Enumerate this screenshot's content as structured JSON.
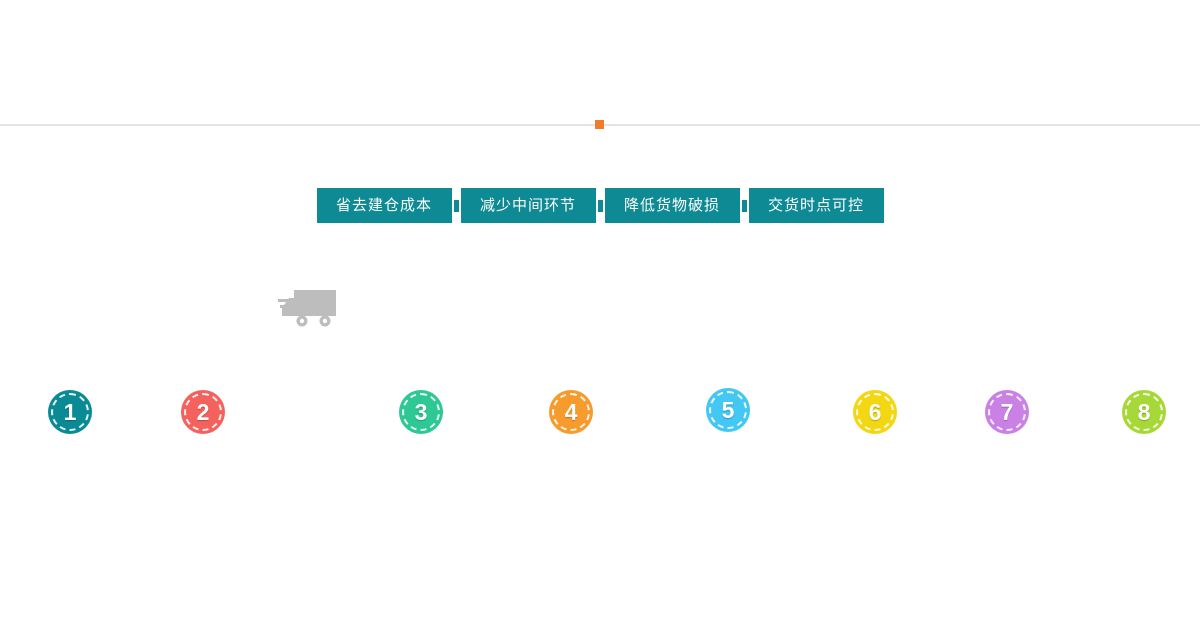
{
  "page": {
    "background": "#ffffff"
  },
  "divider": {
    "line_color": "#e4e4e4",
    "accent_square_color": "#f07b28"
  },
  "benefit_tags": {
    "background": "#0d8a93",
    "text_color": "#ffffff",
    "items": [
      {
        "label": "省去建仓成本"
      },
      {
        "label": "减少中间环节"
      },
      {
        "label": "降低货物破损"
      },
      {
        "label": "交货时点可控"
      }
    ]
  },
  "truck_icon": {
    "name": "delivery-truck-icon",
    "color": "#bdbdbd"
  },
  "steps": {
    "items": [
      {
        "number": "1",
        "color": "#0a8a94",
        "style": "background:#0a8a94"
      },
      {
        "number": "2",
        "color": "#f4625e",
        "style": "background:#f4625e"
      },
      {
        "number": "3",
        "color": "#2dc893",
        "style": "background:#2dc893"
      },
      {
        "number": "4",
        "color": "#f79b2d",
        "style": "background:#f79b2d"
      },
      {
        "number": "5",
        "color": "#43c7f4",
        "style": "background:#43c7f4"
      },
      {
        "number": "6",
        "color": "#f2d712",
        "style": "background:#f2d712"
      },
      {
        "number": "7",
        "color": "#c981e6",
        "style": "background:#c981e6"
      },
      {
        "number": "8",
        "color": "#a6d938",
        "style": "background:#a6d938"
      }
    ]
  }
}
